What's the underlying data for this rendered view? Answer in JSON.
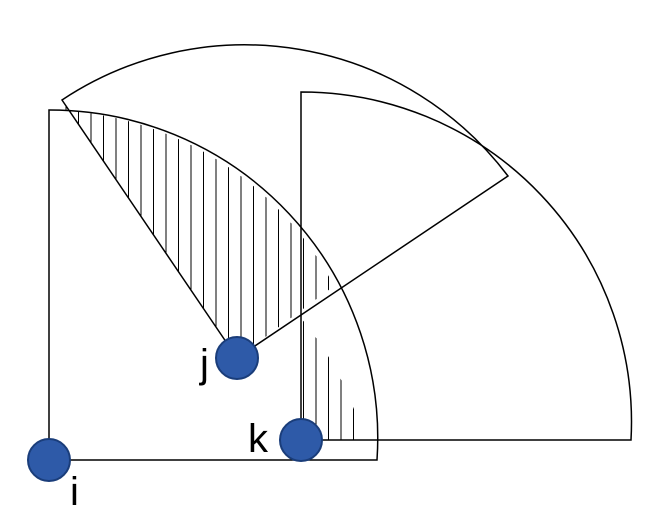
{
  "nodes": [
    {
      "id": "i",
      "label": "i"
    },
    {
      "id": "j",
      "label": "j"
    },
    {
      "id": "k",
      "label": "k"
    }
  ],
  "colors": {
    "node_fill": "#2e5aa8",
    "stroke": "#000000",
    "background": "#ffffff"
  }
}
